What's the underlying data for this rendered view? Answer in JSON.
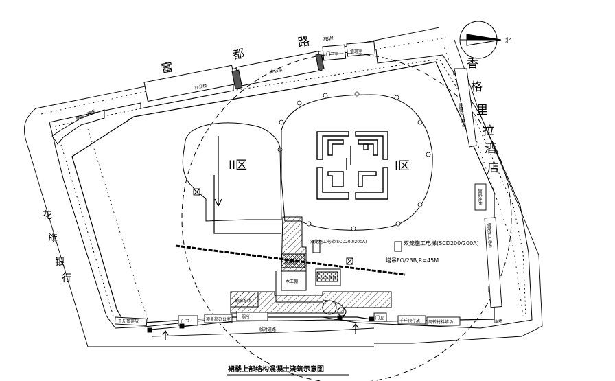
{
  "roads": {
    "north_name_chars": [
      "富",
      "都",
      "路"
    ],
    "north_width": "7BW",
    "east_name_chars": [
      "香",
      "格",
      "里",
      "拉",
      "酒",
      "店"
    ],
    "west_name_chars": [
      "花",
      "旗",
      "银",
      "行"
    ]
  },
  "compass": {
    "label": "北"
  },
  "zones": {
    "zone1": "I区",
    "zone2": "II区"
  },
  "equipment": {
    "hoist_left": "双笼施工电梯(SCD200/200A)",
    "hoist_right": "双笼施工电梯(SCD200/200A)",
    "tower_crane": "塔吊FO/23B,R=45M"
  },
  "small_labels": {
    "north_office_1": "办公楼",
    "north_office_2": "办公楼",
    "guard_1": "门卫室",
    "guard_2": "值班室",
    "nw_building": "钢筋、棚库",
    "east_strip": "钢筋加工场地",
    "east_box": "钢筋场地",
    "east_vertical": "钢筋加工场地",
    "mix_plant": "搅拌站",
    "storage": "材料堆场",
    "material": "木工棚",
    "south_left_box": "钢筋堆场",
    "south_gate_1": "门卫",
    "south_office": "项目部办公室",
    "south_toilet": "厕所",
    "south_right_gate": "门卫",
    "south_wall_right": "围墙",
    "south_left_wall": "千斤顶存放",
    "south_right_1": "千斤顶存放",
    "south_right_2": "周转材料堆场",
    "south_road": "临时道路"
  },
  "caption": "裙楼上部结构混凝土浇筑示意图"
}
